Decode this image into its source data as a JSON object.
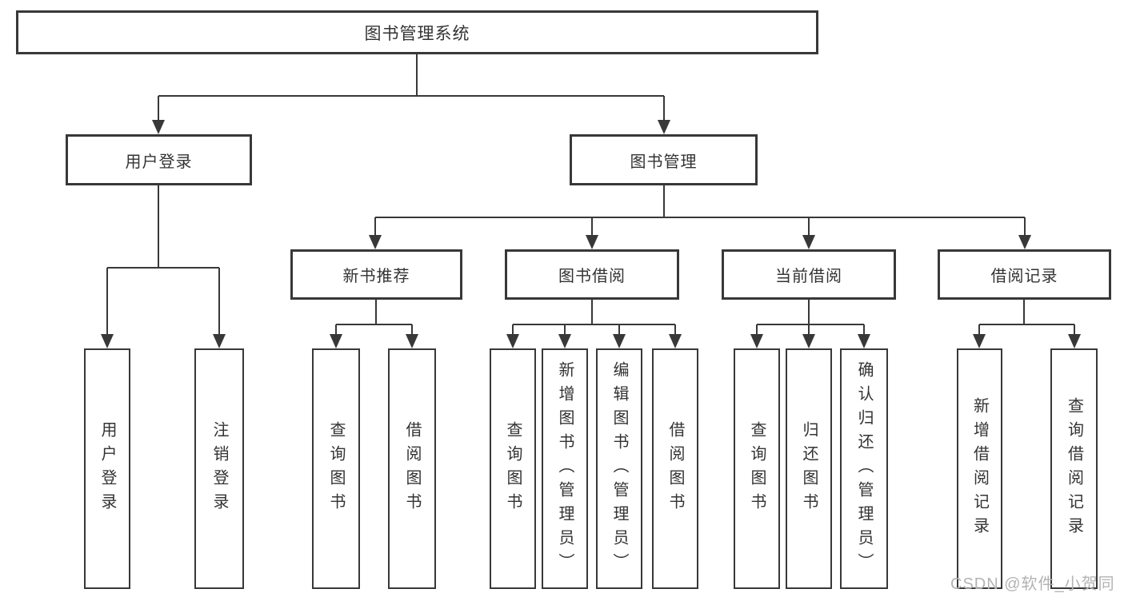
{
  "diagram": {
    "root": {
      "label": "图书管理系统"
    },
    "branches": [
      {
        "label": "用户登录",
        "leaves": [
          "用户登录",
          "注销登录"
        ]
      },
      {
        "label": "图书管理",
        "children": [
          {
            "label": "新书推荐",
            "leaves": [
              "查询图书",
              "借阅图书"
            ]
          },
          {
            "label": "图书借阅",
            "leaves": [
              "查询图书",
              "新增图书（管理员）",
              "编辑图书（管理员）",
              "借阅图书"
            ]
          },
          {
            "label": "当前借阅",
            "leaves": [
              "查询图书",
              "归还图书",
              "确认归还（管理员）"
            ]
          },
          {
            "label": "借阅记录",
            "leaves": [
              "新增借阅记录",
              "查询借阅记录"
            ]
          }
        ]
      }
    ]
  },
  "watermark": {
    "text": "CSDN @软件_小贺同学"
  },
  "colors": {
    "line": "#383838",
    "text": "#333333",
    "watermark": "#b3b3b3",
    "background": "#ffffff"
  }
}
